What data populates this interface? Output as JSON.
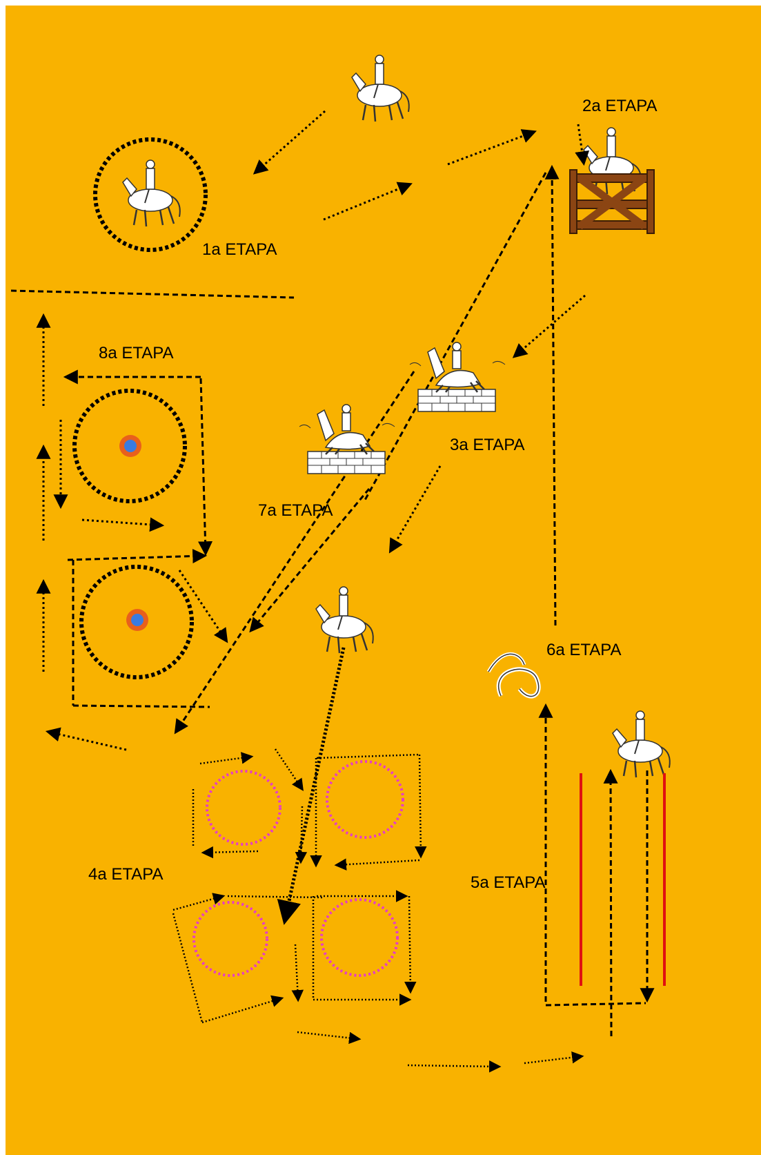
{
  "stages": {
    "s1": "1a ETAPA",
    "s2": "2a ETAPA",
    "s3": "3a ETAPA",
    "s4": "4a ETAPA",
    "s5": "5a ETAPA",
    "s6": "6a ETAPA",
    "s7": "7a ETAPA",
    "s8": "8a ETAPA"
  },
  "colors": {
    "arena": "#f9b200",
    "target_outer": "#e8601c",
    "target_inner": "#3a7be0",
    "pole": "#e01010",
    "gate": "#8b4513",
    "circle_pink": "#e63cc8"
  },
  "icons": {
    "rider": "horse-rider-icon",
    "jump": "jumping-horse-icon",
    "gate": "wooden-gate-icon",
    "lasso": "lasso-rope-icon"
  }
}
